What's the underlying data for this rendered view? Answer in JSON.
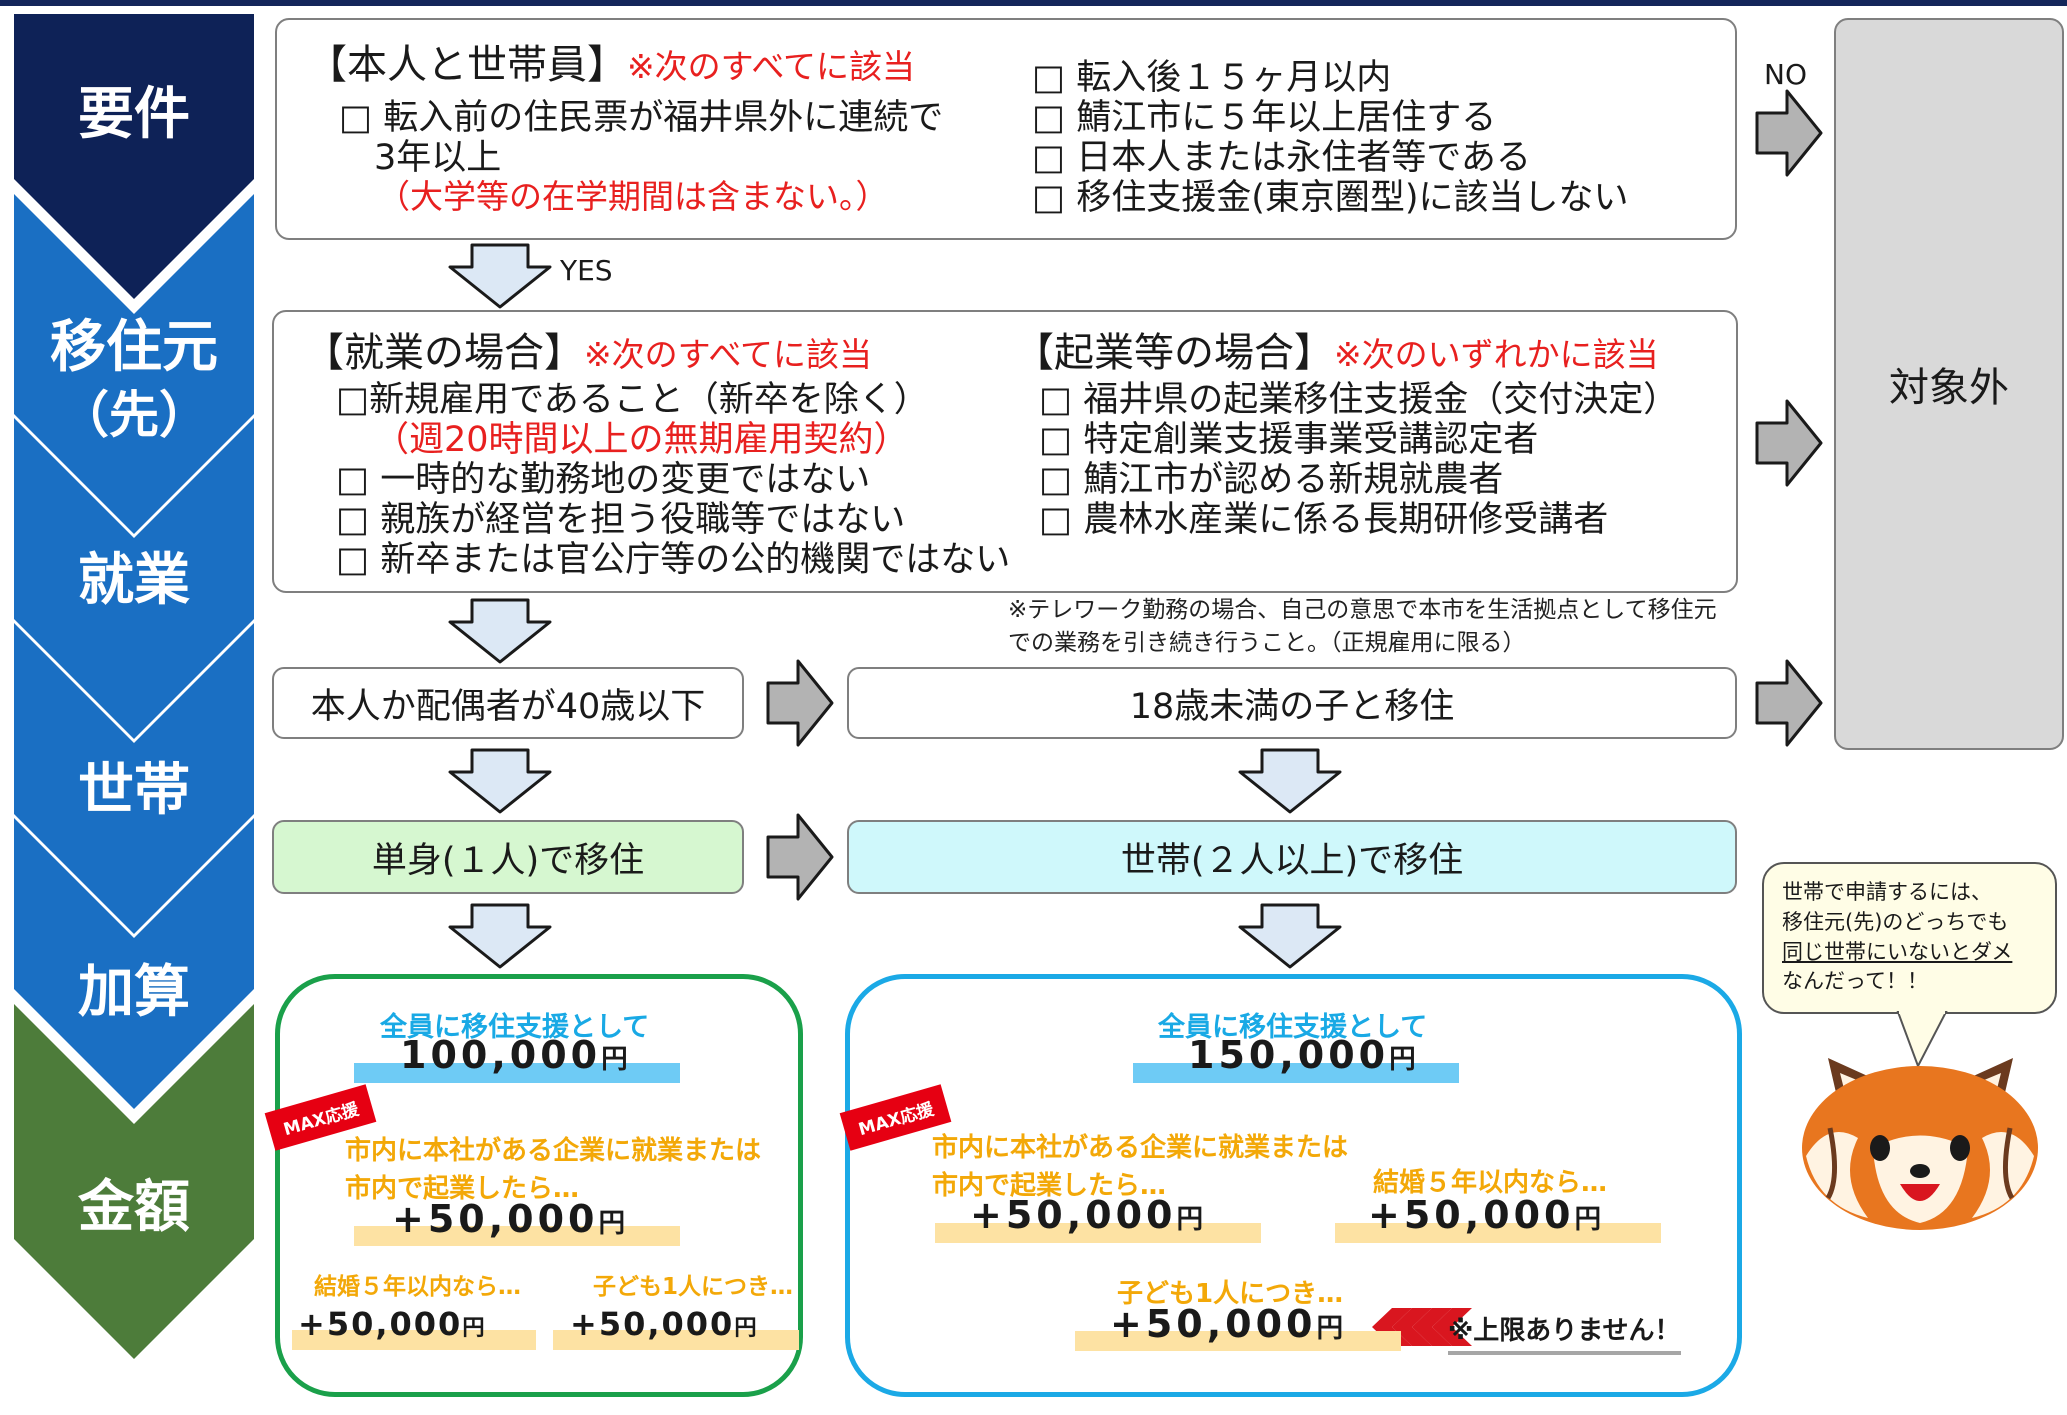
{
  "side_labels": {
    "req": "要件",
    "origin_line1": "移住元",
    "origin_line2": "（先）",
    "employment": "就業",
    "household": "世帯",
    "addition": "加算",
    "amount": "金額"
  },
  "requirements": {
    "title": "【本人と世帯員】",
    "title_note": "※次のすべてに該当",
    "left_items": [
      "□ 転入前の住民票が福井県外に連続で",
      "　3年以上"
    ],
    "left_note": "（大学等の在学期間は含まない。）",
    "right_items": [
      "□ 転入後１５ヶ月以内",
      "□ 鯖江市に５年以上居住する",
      "□ 日本人または永住者等である",
      "□ 移住支援金(東京圏型)に該当しない"
    ]
  },
  "flow": {
    "yes": "YES",
    "no": "NO",
    "excluded": "対象外"
  },
  "employment_box": {
    "job_title": "【就業の場合】",
    "job_note": "※次のすべてに該当",
    "job_items": [
      "□新規雇用であること（新卒を除く）",
      "□ 一時的な勤務地の変更ではない",
      "□ 親族が経営を担う役職等ではない",
      "□ 新卒または官公庁等の公的機関ではない"
    ],
    "job_sub_note": "（週20時間以上の無期雇用契約）",
    "startup_title": "【起業等の場合】",
    "startup_note": "※次のいずれかに該当",
    "startup_items": [
      "□ 福井県の起業移住支援金（交付決定）",
      "□ 特定創業支援事業受講認定者",
      "□ 鯖江市が認める新規就農者",
      "□ 農林水産業に係る長期研修受講者"
    ],
    "telework_note": [
      "※テレワーク勤務の場合、自己の意思で本市を生活拠点として移住元",
      "での業務を引き続き行うこと。（正規雇用に限る）"
    ]
  },
  "household": {
    "age_cond": "本人か配偶者が40歳以下",
    "child_cond": "18歳未満の子と移住",
    "single": "単身(１人)で移住",
    "family": "世帯(２人以上)で移住"
  },
  "single_panel": {
    "base_label": "全員に移住支援として",
    "base_amount": "100,000",
    "max_badge": "MAX応援",
    "hq_label": [
      "市内に本社がある企業に就業または",
      "市内で起業したら…"
    ],
    "hq_amount": "+50,000",
    "marriage_label": "結婚５年以内なら…",
    "marriage_amount": "+50,000",
    "child_label": "子ども1人につき…",
    "child_amount": "+50,000"
  },
  "family_panel": {
    "base_label": "全員に移住支援として",
    "base_amount": "150,000",
    "max_badge": "MAX応援",
    "hq_label": [
      "市内に本社がある企業に就業または",
      "市内で起業したら…"
    ],
    "hq_amount": "+50,000",
    "marriage_label": "結婚５年以内なら…",
    "marriage_amount": "+50,000",
    "child_label": "子ども1人につき…",
    "child_amount": "+50,000",
    "no_limit": "※上限ありません！"
  },
  "yen": "円",
  "speech": {
    "line1": "世帯で申請するには、",
    "line2": "移住元(先)のどっちでも",
    "line3": "同じ世帯にいないとダメ",
    "line4": "なんだって！！"
  },
  "colors": {
    "navy": "#0e2257",
    "blue": "#1a6fc3",
    "green": "#4d7c3a",
    "accent_red": "#e8201f",
    "accent_blue": "#19a9e5",
    "accent_yellow": "#f3a808",
    "single_bg": "#d6f7d0",
    "family_bg": "#cff8fb"
  }
}
